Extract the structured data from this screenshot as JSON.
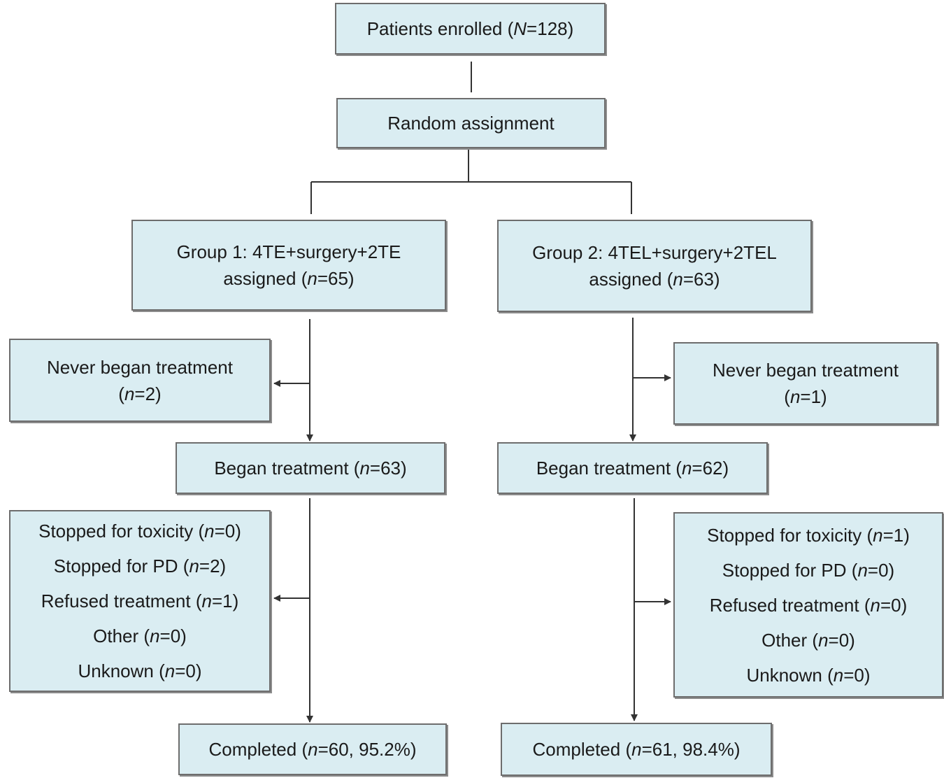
{
  "enrolled": {
    "pre": "Patients enrolled (",
    "var": "N",
    "post": "=128)"
  },
  "random": {
    "text": "Random assignment"
  },
  "group1": {
    "line1": {
      "text": "Group 1: 4TE+surgery+2TE"
    },
    "line2": {
      "pre": "assigned (",
      "var": "n",
      "post": "=65)"
    },
    "never_began": {
      "line1": {
        "text": "Never began treatment"
      },
      "line2": {
        "pre": "(",
        "var": "n",
        "post": "=2)"
      }
    },
    "began": {
      "pre": "Began treatment (",
      "var": "n",
      "post": "=63)"
    },
    "discontinued": [
      {
        "pre": "Stopped for toxicity (",
        "var": "n",
        "post": "=0)"
      },
      {
        "pre": "Stopped for PD (",
        "var": "n",
        "post": "=2)"
      },
      {
        "pre": "Refused treatment (",
        "var": "n",
        "post": "=1)"
      },
      {
        "pre": "Other (",
        "var": "n",
        "post": "=0)"
      },
      {
        "pre": "Unknown (",
        "var": "n",
        "post": "=0)"
      }
    ],
    "completed": {
      "pre": "Completed (",
      "var": "n",
      "post": "=60, 95.2%)"
    }
  },
  "group2": {
    "line1": {
      "text": "Group 2: 4TEL+surgery+2TEL"
    },
    "line2": {
      "pre": "assigned (",
      "var": "n",
      "post": "=63)"
    },
    "never_began": {
      "line1": {
        "text": "Never began treatment"
      },
      "line2": {
        "pre": "(",
        "var": "n",
        "post": "=1)"
      }
    },
    "began": {
      "pre": "Began treatment (",
      "var": "n",
      "post": "=62)"
    },
    "discontinued": [
      {
        "pre": "Stopped for toxicity (",
        "var": "n",
        "post": "=1)"
      },
      {
        "pre": "Stopped for PD (",
        "var": "n",
        "post": "=0)"
      },
      {
        "pre": "Refused treatment (",
        "var": "n",
        "post": "=0)"
      },
      {
        "pre": "Other (",
        "var": "n",
        "post": "=0)"
      },
      {
        "pre": "Unknown (",
        "var": "n",
        "post": "=0)"
      }
    ],
    "completed": {
      "pre": "Completed (",
      "var": "n",
      "post": "=61, 98.4%)"
    }
  },
  "colors": {
    "box_fill": "#daedf2",
    "box_border": "#6d6d6d",
    "line": "#333333"
  }
}
